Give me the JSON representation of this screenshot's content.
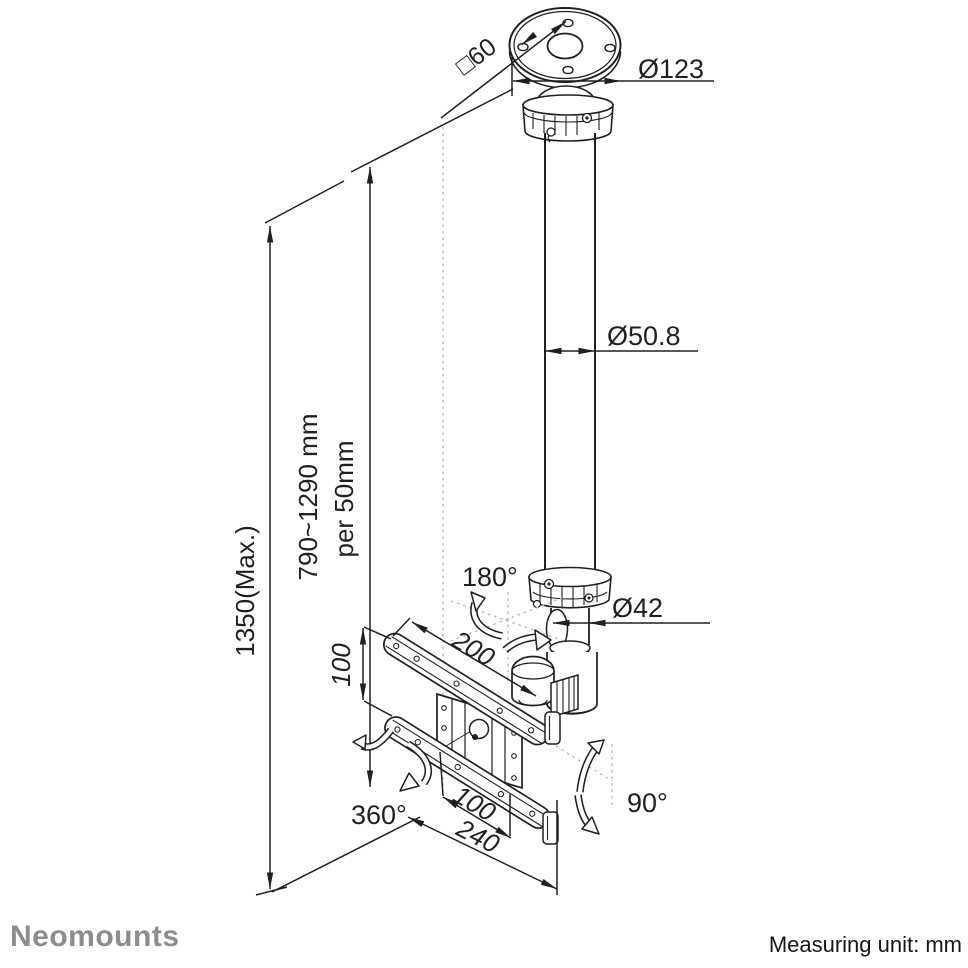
{
  "drawing": {
    "labels": {
      "plate_diameter": "Ø123",
      "hole_pattern_square": "□60",
      "pole_diameter": "Ø50.8",
      "tube_diameter": "Ø42",
      "swivel_range": "180°",
      "arm_length": "200",
      "rail_spacing": "100",
      "height_max": "1350(Max.)",
      "height_range": "790~1290 mm",
      "height_step": "per 50mm",
      "rotation_range": "360°",
      "vesa_width": "100",
      "bracket_width": "240",
      "tilt_range": "90°"
    },
    "colors": {
      "line": "#231f20",
      "construction": "#b9b9b9"
    }
  },
  "footer": {
    "brand": "Neomounts",
    "measuring_unit": "Measuring unit: mm",
    "brand_color": "#8d8d8d"
  }
}
